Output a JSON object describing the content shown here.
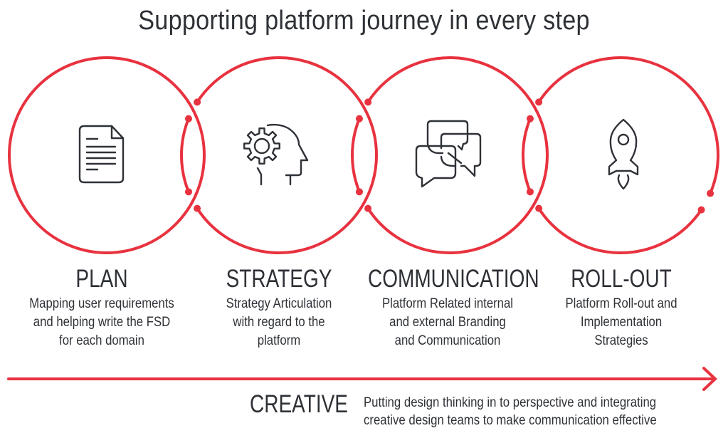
{
  "title": "Supporting platform journey in every step",
  "colors": {
    "accent": "#e8323f",
    "text": "#2e3136"
  },
  "steps": [
    {
      "label": "PLAN",
      "icon": "document-icon",
      "lines": [
        "Mapping user requirements",
        "and helping write the FSD",
        "for each domain"
      ]
    },
    {
      "label": "STRATEGY",
      "icon": "head-gear-icon",
      "lines": [
        "Strategy Articulation",
        "with regard to the",
        "platform"
      ]
    },
    {
      "label": "COMMUNICATION",
      "icon": "chat-bubbles-icon",
      "lines": [
        "Platform Related internal",
        "and external Branding",
        "and Communication"
      ]
    },
    {
      "label": "ROLL-OUT",
      "icon": "rocket-icon",
      "lines": [
        "Platform Roll-out and",
        "Implementation",
        "Strategies"
      ]
    }
  ],
  "creative": {
    "label": "CREATIVE",
    "lines": [
      "Putting design thinking in to perspective and integrating",
      "creative design teams to make communication effective"
    ]
  }
}
